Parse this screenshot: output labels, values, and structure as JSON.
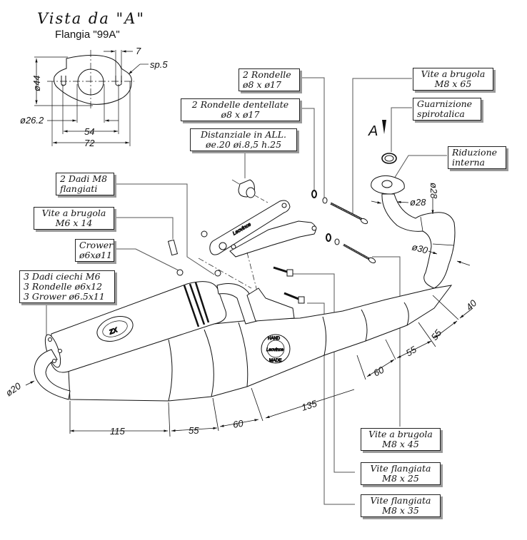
{
  "header": {
    "view_title": "Vista da \"A\"",
    "flange_title": "Flangia \"99A\""
  },
  "flange_dims": {
    "height": "ø44",
    "bore": "ø26.2",
    "inner_spacing": "54",
    "overall_width": "72",
    "slot": "7",
    "thickness": "sp.5"
  },
  "view_marker": "A",
  "callouts": [
    {
      "id": "rondelle",
      "lines": [
        "2 Rondelle",
        "ø8  x  ø17"
      ]
    },
    {
      "id": "rondelle-dentellate",
      "lines": [
        "2 Rondelle dentellate",
        "ø8  x  ø17"
      ]
    },
    {
      "id": "distanziale",
      "lines": [
        "Distanziale in ALL.",
        "øe.20 øi.8,5 h.25"
      ]
    },
    {
      "id": "dadi-m8",
      "lines": [
        "2 Dadi M8",
        "flangiati"
      ]
    },
    {
      "id": "vite-m6x14",
      "lines": [
        "Vite a brugola",
        "M6  x  14"
      ]
    },
    {
      "id": "crower",
      "lines": [
        "Crower",
        "ø6xø11"
      ]
    },
    {
      "id": "dadi-ciechi",
      "lines": [
        "3 Dadi ciechi M6",
        "3 Rondelle ø6x12",
        "3 Grower ø6.5x11"
      ]
    },
    {
      "id": "vite-m8x65",
      "lines": [
        "Vite a brugola",
        "M8  x  65"
      ]
    },
    {
      "id": "guarnizione",
      "lines": [
        "Guarnizione",
        "spirotalica"
      ]
    },
    {
      "id": "riduzione",
      "lines": [
        "Riduzione",
        "interna"
      ]
    },
    {
      "id": "vite-m8x45",
      "lines": [
        "Vite a brugola",
        "M8  x  45"
      ]
    },
    {
      "id": "vite-flangiata-m8x25",
      "lines": [
        "Vite flangiata",
        "M8  x  25"
      ]
    },
    {
      "id": "vite-flangiata-m8x35",
      "lines": [
        "Vite flangiata",
        "M8  x  35"
      ]
    }
  ],
  "pipe_dims": {
    "inlet_a": "ø28",
    "inlet_b": "ø28",
    "mid": "ø30",
    "tail": "ø20"
  },
  "segment_dims": [
    "115",
    "55",
    "60",
    "135",
    "60",
    "55",
    "55",
    "40"
  ],
  "logos": {
    "top": [
      "HAND",
      "MADE"
    ],
    "bottom": [
      "HAND",
      "MADE"
    ],
    "signature": "Leovince"
  }
}
